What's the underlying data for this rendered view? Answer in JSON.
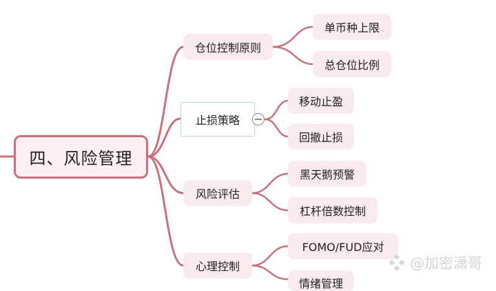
{
  "root": {
    "label": "四、风险管理"
  },
  "branches": [
    {
      "label": "仓位控制原则",
      "children": [
        "单币种上限",
        "总仓位比例"
      ]
    },
    {
      "label": "止损策略",
      "children": [
        "移动止盈",
        "回撤止损"
      ]
    },
    {
      "label": "风险评估",
      "children": [
        "黑天鹅预警",
        "杠杆倍数控制"
      ]
    },
    {
      "label": "心理控制",
      "children": [
        "FOMO/FUD应对",
        "情绪管理"
      ]
    }
  ],
  "watermark": {
    "text": "@加密潇哥"
  },
  "colors": {
    "link": "#c8707b",
    "node_fill": "#f9ebed",
    "selected_border": "#b9d6dc"
  }
}
